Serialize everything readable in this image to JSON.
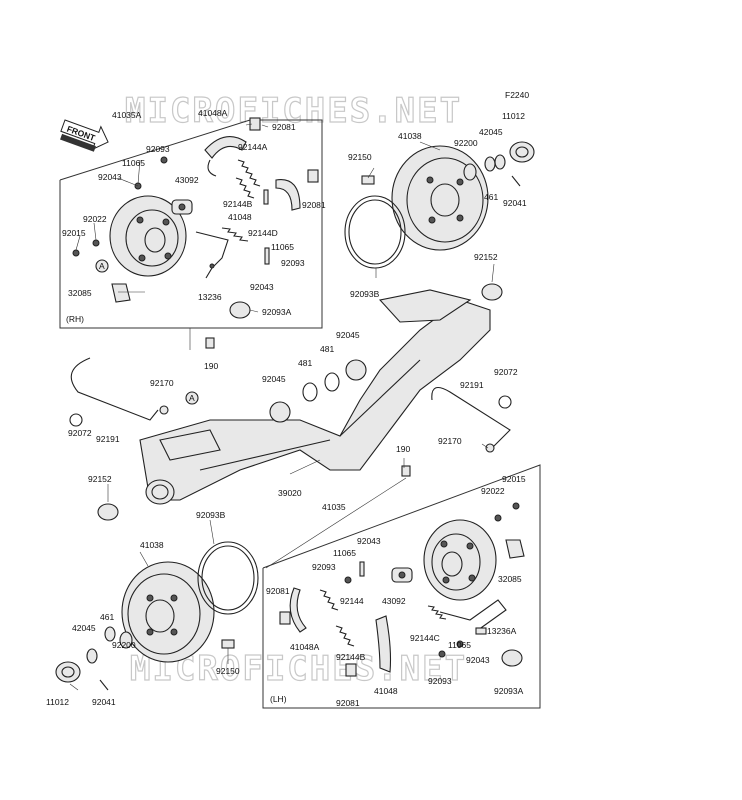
{
  "watermark": "MICROFICHES.NET",
  "figure_code": "F2240",
  "front_label": "FRONT",
  "group_labels": {
    "rh": "(RH)",
    "lh": "(LH)",
    "ref_a": "A"
  },
  "parts": {
    "p41035A": "41035A",
    "p41048A_top": "41048A",
    "p92081_top1": "92081",
    "p92093_top": "92093",
    "p92144A": "92144A",
    "p11065_top": "11065",
    "p43092_top": "43092",
    "p92043_top": "92043",
    "p92144B_top": "92144B",
    "p92081_top2": "92081",
    "p92022_top": "92022",
    "p41048_top": "41048",
    "p92015_top": "92015",
    "p92144D": "92144D",
    "p11065_top2": "11065",
    "p92093_top2": "92093",
    "p92043_top2": "92043",
    "p32085_top": "32085",
    "p13236": "13236",
    "p92093A_top": "92093A",
    "p92150_top": "92150",
    "p41038_top": "41038",
    "p92200_top": "92200",
    "p42045_top": "42045",
    "p11012_top": "11012",
    "p461_top": "461",
    "p92041_top": "92041",
    "p92093B_top": "92093B",
    "p92152_top": "92152",
    "p92045_top": "92045",
    "p481_a": "481",
    "p481_b": "481",
    "p92045_mid": "92045",
    "p190_top": "190",
    "p92170_top": "92170",
    "p92072_left": "92072",
    "p92191_left": "92191",
    "p92191_right": "92191",
    "p92072_right": "92072",
    "p190_mid": "190",
    "p92170_mid": "92170",
    "p92152_left": "92152",
    "p39020": "39020",
    "p41035": "41035",
    "p92015_bot": "92015",
    "p92022_bot": "92022",
    "p92093B_bot": "92093B",
    "p92043_bot": "92043",
    "p11065_bot": "11065",
    "p41038_bot": "41038",
    "p92093_bot": "92093",
    "p32085_bot": "32085",
    "p92081_bot1": "92081",
    "p43092_bot": "43092",
    "p92144": "92144",
    "p461_bot": "461",
    "p42045_bot": "42045",
    "p13236A": "13236A",
    "p92144C": "92144C",
    "p41048A_bot": "41048A",
    "p92200_bot": "92200",
    "p11065_bot2": "11065",
    "p92144B_bot": "92144B",
    "p92043_bot2": "92043",
    "p92150_bot": "92150",
    "p92093A_bot": "92093A",
    "p41048_bot": "41048",
    "p92093_bot2": "92093",
    "p11012_bot": "11012",
    "p92041_bot": "92041",
    "p92081_bot2": "92081"
  }
}
